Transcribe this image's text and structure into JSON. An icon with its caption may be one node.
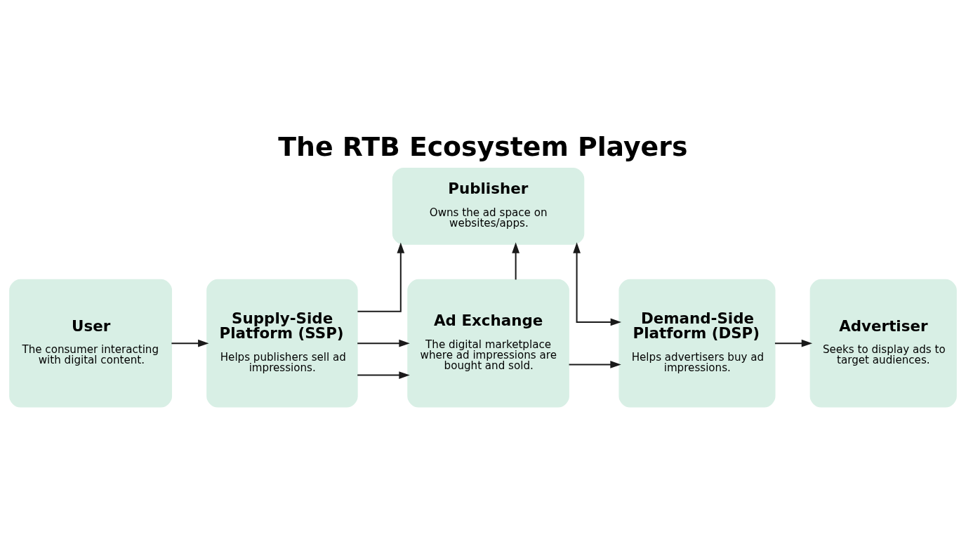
{
  "diagram": {
    "title": "The RTB Ecosystem Players",
    "nodes": [
      {
        "text": [
          "Publisher",
          "Owns the ad space on websites/apps."
        ]
      },
      {
        "text": [
          "User",
          "The consumer interacting with digital content."
        ]
      },
      {
        "text": [
          "Supply-Side Platform (SSP)",
          "Helps publishers sell ad impressions."
        ]
      },
      {
        "text": [
          "Ad Exchange",
          "The digital marketplace where ad impressions are bought and sold."
        ]
      },
      {
        "text": [
          "Demand-Side Platform (DSP)",
          "Helps advertisers buy ad impressions."
        ]
      },
      {
        "text": [
          "Advertiser",
          "Seeks to display ads to target audiences."
        ]
      }
    ],
    "edges": [
      {
        "from": 1,
        "to": 2,
        "arrow": "to"
      },
      {
        "from": 2,
        "to": 3,
        "arrow": "to"
      },
      {
        "from": 3,
        "to": 4,
        "arrow": "to"
      },
      {
        "from": 4,
        "to": 5,
        "arrow": "to"
      },
      {
        "from": 2,
        "to": 0,
        "arrow": "to"
      },
      {
        "from": 3,
        "to": 0,
        "arrow": "to"
      },
      {
        "from": 0,
        "to": 4,
        "arrow": "both"
      },
      {
        "from": 2,
        "to": 3,
        "arrow": "to"
      }
    ]
  }
}
